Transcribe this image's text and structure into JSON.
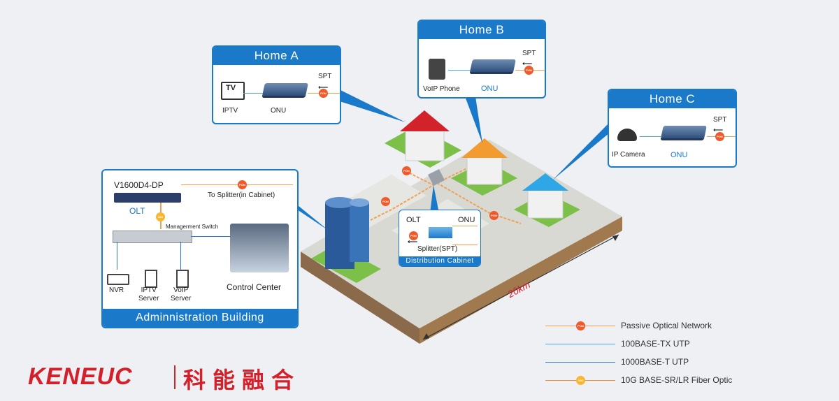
{
  "homes": {
    "a": {
      "title": "Home A",
      "device": "IPTV",
      "tv": "TV",
      "onu": "ONU",
      "spt": "SPT"
    },
    "b": {
      "title": "Home B",
      "device": "VoIP Phone",
      "onu": "ONU",
      "spt": "SPT"
    },
    "c": {
      "title": "Home C",
      "device": "IP Camera",
      "onu": "ONU",
      "spt": "SPT"
    }
  },
  "admin": {
    "title": "Adminnistration Building",
    "olt_model": "V1600D4-DP",
    "olt_label": "OLT",
    "splitter_link": "To Splitter(in Cabinet)",
    "switch_label": "Managerment Switch",
    "nvr": "NVR",
    "iptv_server": "IPTV\nServer",
    "voip_server": "VoIP\nServer",
    "control_center": "Control Center"
  },
  "cabinet": {
    "title": "Distribution Cabinet",
    "olt": "OLT",
    "onu": "ONU",
    "splitter": "Splitter(SPT)"
  },
  "distance": "20km",
  "badge": {
    "pon": "PON",
    "ten_g": "10G"
  },
  "legend": [
    {
      "label": "Passive Optical Network",
      "color": "#f0a050",
      "marker": "pon"
    },
    {
      "label": "100BASE-TX UTP",
      "color": "#4aa8e0",
      "marker": "none"
    },
    {
      "label": "1000BASE-T UTP",
      "color": "#2a7fc8",
      "marker": "none"
    },
    {
      "label": "10G BASE-SR/LR Fiber Optic",
      "color": "#f08a30",
      "marker": "10g"
    }
  ],
  "brand": {
    "name": "KENEUC",
    "cn": "科能融合"
  },
  "colors": {
    "accent": "#1a79c9",
    "pon": "#f0592a",
    "fiber": "#f0a050",
    "brand": "#d4202a"
  }
}
